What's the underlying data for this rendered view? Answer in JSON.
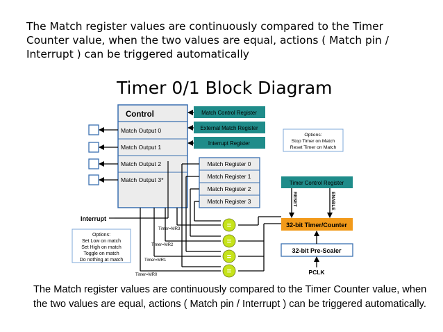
{
  "slide": {
    "text": "The Match register values are continuously compared to the Timer Counter value, when the two values are equal, actions ( Match pin / Interrupt ) can be triggered automatically"
  },
  "diagram": {
    "title": "Timer 0/1 Block Diagram",
    "control": {
      "title": "Control",
      "outputs": [
        "Match Output 0",
        "Match Output 1",
        "Match Output 2",
        "Match Output 3*"
      ]
    },
    "teal_registers": [
      "Match Control Register",
      "External Match Register",
      "Interrupt Register"
    ],
    "match_registers": [
      "Match Register 0",
      "Match Register 1",
      "Match Register 2",
      "Match Register 3"
    ],
    "options_top": [
      "Options:",
      "Stop Timer on Match",
      "Reset Timer on Match"
    ],
    "options_left": [
      "Options:",
      "Set Low on match",
      "Set High on match",
      "Toggle on match",
      "Do nothing at match"
    ],
    "interrupt_label": "Interrupt",
    "timer_control_register": "Timer Control Register",
    "reset_label": "RESET",
    "enable_label": "ENABLE",
    "timer_counter": "32-bit Timer/Counter",
    "prescaler": "32-bit Pre-Scaler",
    "pclk": "PCLK",
    "signal_labels": [
      "Timer=MR3",
      "Timer=MR2",
      "Timer=MR1",
      "Timer=MR0"
    ],
    "comparator_symbol": "=",
    "colors": {
      "teal": "#1f8c8a",
      "orange": "#f29a1a",
      "comparator": "#c6e31a",
      "box_border": "#3a6fb0",
      "panel_fill": "#ececec"
    }
  },
  "caption": "The Match register values are continuously compared to the Timer Counter value, when the two values are equal, actions ( Match pin / Interrupt ) can be triggered automatically."
}
